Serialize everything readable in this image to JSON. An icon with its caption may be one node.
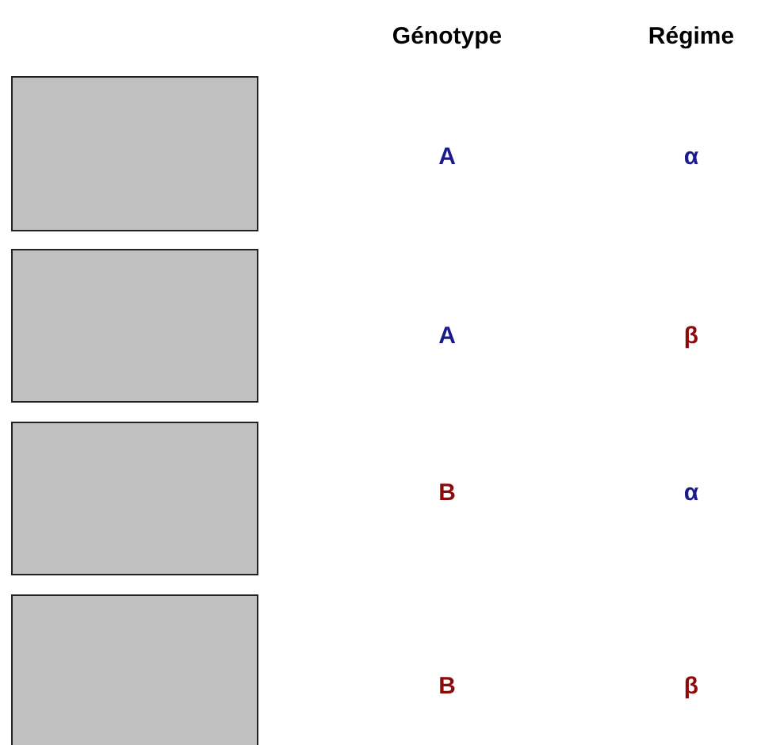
{
  "diagram": {
    "nodes": [
      {
        "text": [],
        "shape": "box"
      },
      {
        "text": [],
        "shape": "box"
      },
      {
        "text": [],
        "shape": "box"
      },
      {
        "text": [],
        "shape": "box"
      }
    ],
    "labels": [
      "Génotype",
      "Régime",
      "A",
      "α",
      "A",
      "β",
      "B",
      "α",
      "B",
      "β"
    ]
  }
}
